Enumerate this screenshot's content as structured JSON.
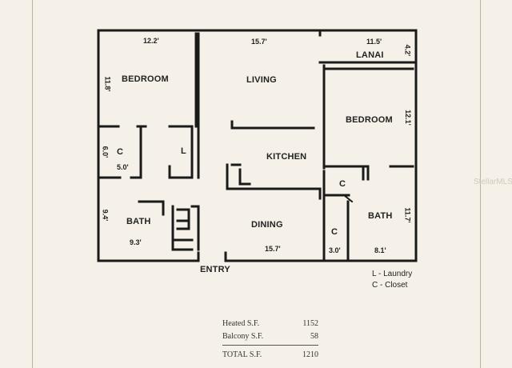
{
  "rooms": {
    "bedroom_left": "BEDROOM",
    "living": "LIVING",
    "lanai": "LANAI",
    "bedroom_right": "BEDROOM",
    "kitchen": "KITCHEN",
    "closet_left": "C",
    "laundry": "L",
    "closet_mid": "C",
    "bath_left": "BATH",
    "dining": "DINING",
    "closet_right": "C",
    "bath_right": "BATH",
    "entry": "ENTRY"
  },
  "dimensions": {
    "bedroom_left_w": "12.2'",
    "bedroom_left_h": "11.8'",
    "living_w": "15.7'",
    "lanai_w": "11.5'",
    "lanai_h": "4.2'",
    "bedroom_right_h": "12.1'",
    "closet_left_h": "6.0'",
    "closet_left_w": "5.0'",
    "bath_left_h": "9.4'",
    "bath_left_w": "9.3'",
    "dining_w": "15.7'",
    "closet_right_w": "3.0'",
    "bath_right_w": "8.1'",
    "bath_right_h": "11.7'"
  },
  "legend": {
    "laundry": "L  -  Laundry",
    "closet": "C  -  Closet"
  },
  "square_footage": {
    "heated_label": "Heated S.F.",
    "heated_value": "1152",
    "balcony_label": "Balcony S.F.",
    "balcony_value": "58",
    "total_label": "TOTAL S.F.",
    "total_value": "1210"
  },
  "watermark": "StellarMLS"
}
